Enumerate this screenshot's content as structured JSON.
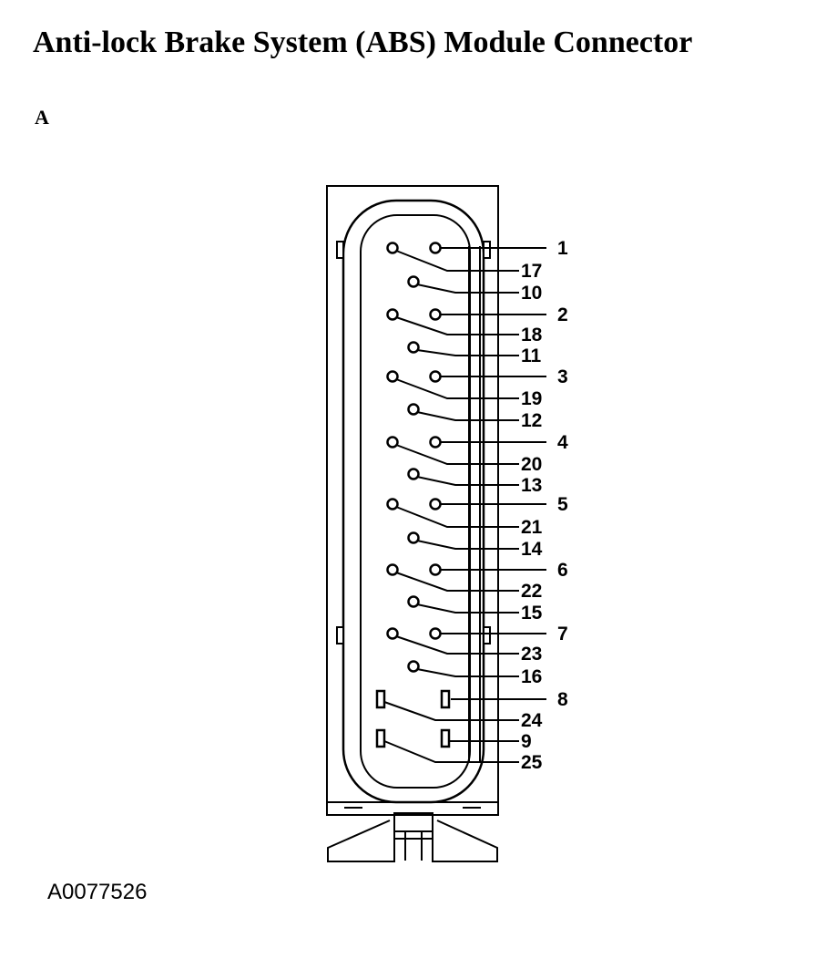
{
  "title": "Anti-lock Brake System (ABS) Module Connector",
  "view_label": "A",
  "figure_id": "A0077526",
  "pins": [
    {
      "label": "1",
      "shape": "circle"
    },
    {
      "label": "17",
      "shape": "circle"
    },
    {
      "label": "10",
      "shape": "circle"
    },
    {
      "label": "2",
      "shape": "circle"
    },
    {
      "label": "18",
      "shape": "circle"
    },
    {
      "label": "11",
      "shape": "circle"
    },
    {
      "label": "3",
      "shape": "circle"
    },
    {
      "label": "19",
      "shape": "circle"
    },
    {
      "label": "12",
      "shape": "circle"
    },
    {
      "label": "4",
      "shape": "circle"
    },
    {
      "label": "20",
      "shape": "circle"
    },
    {
      "label": "13",
      "shape": "circle"
    },
    {
      "label": "5",
      "shape": "circle"
    },
    {
      "label": "21",
      "shape": "circle"
    },
    {
      "label": "14",
      "shape": "circle"
    },
    {
      "label": "6",
      "shape": "circle"
    },
    {
      "label": "22",
      "shape": "circle"
    },
    {
      "label": "15",
      "shape": "circle"
    },
    {
      "label": "7",
      "shape": "circle"
    },
    {
      "label": "23",
      "shape": "circle"
    },
    {
      "label": "16",
      "shape": "circle"
    },
    {
      "label": "8",
      "shape": "rect"
    },
    {
      "label": "24",
      "shape": "rect"
    },
    {
      "label": "9",
      "shape": "rect"
    },
    {
      "label": "25",
      "shape": "rect"
    }
  ]
}
